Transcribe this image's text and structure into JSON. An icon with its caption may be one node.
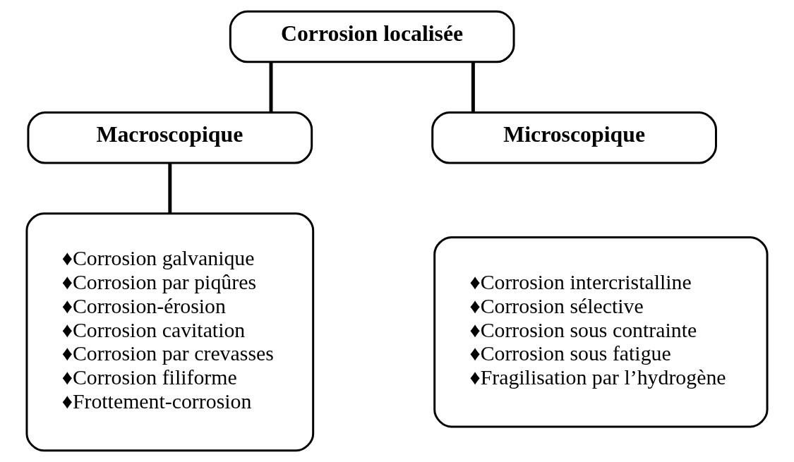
{
  "diagram": {
    "nodes": [
      {
        "text": [
          "Corrosion localisée"
        ]
      },
      {
        "text": [
          "Macroscopique"
        ]
      },
      {
        "text": [
          "Microscopique"
        ]
      },
      {
        "text": [
          "♦Corrosion galvanique",
          "♦Corrosion par piqûres",
          "♦Corrosion-érosion",
          "♦Corrosion cavitation",
          "♦Corrosion par crevasses",
          "♦Corrosion filiforme",
          "♦Frottement-corrosion"
        ]
      },
      {
        "text": [
          "♦Corrosion intercristalline",
          "♦Corrosion sélective",
          "♦Corrosion sous contrainte",
          "♦Corrosion sous fatigue",
          "♦Fragilisation par l’hydrogène"
        ]
      }
    ],
    "edges": [
      {
        "from": 0,
        "to": 1,
        "arrow": "none"
      },
      {
        "from": 0,
        "to": 2,
        "arrow": "none"
      },
      {
        "from": 1,
        "to": 3,
        "arrow": "none"
      }
    ]
  }
}
